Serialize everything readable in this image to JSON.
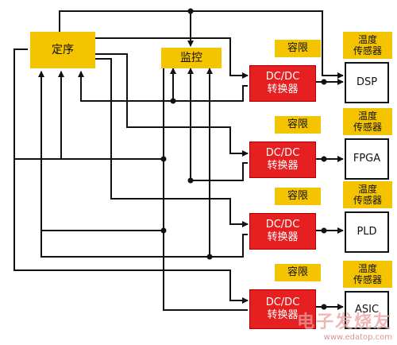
{
  "blocks": {
    "sequencer": "定序",
    "monitor": "监控"
  },
  "channels": [
    {
      "capacitor": "容限",
      "converter_line1": "DC/DC",
      "converter_line2": "转换器",
      "sensor_line1": "温度",
      "sensor_line2": "传感器",
      "device": "DSP"
    },
    {
      "capacitor": "容限",
      "converter_line1": "DC/DC",
      "converter_line2": "转换器",
      "sensor_line1": "温度",
      "sensor_line2": "传感器",
      "device": "FPGA"
    },
    {
      "capacitor": "容限",
      "converter_line1": "DC/DC",
      "converter_line2": "转换器",
      "sensor_line1": "温度",
      "sensor_line2": "传感器",
      "device": "PLD"
    },
    {
      "capacitor": "容限",
      "converter_line1": "DC/DC",
      "converter_line2": "转换器",
      "sensor_line1": "温度",
      "sensor_line2": "传感器",
      "device": "ASIC"
    }
  ],
  "watermark": {
    "brand": "电子发烧友",
    "url": "www.edatop.com"
  }
}
